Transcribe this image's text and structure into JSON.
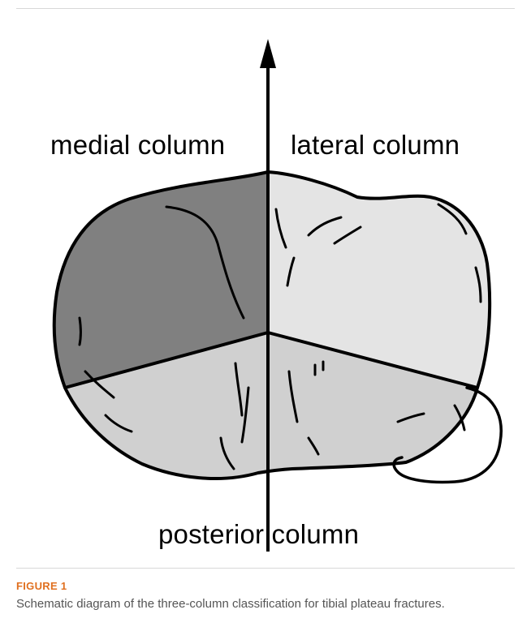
{
  "figure": {
    "labels": {
      "medial": "medial column",
      "lateral": "lateral column",
      "posterior": "posterior column"
    },
    "colors": {
      "medial_fill": "#808080",
      "lateral_fill": "#e4e4e4",
      "posterior_fill": "#d0d0d0",
      "outline": "#000000"
    }
  },
  "caption": {
    "title": "FIGURE 1",
    "text": "Schematic diagram of the three-column classification for tibial plateau fractures.",
    "title_color": "#e07020"
  }
}
